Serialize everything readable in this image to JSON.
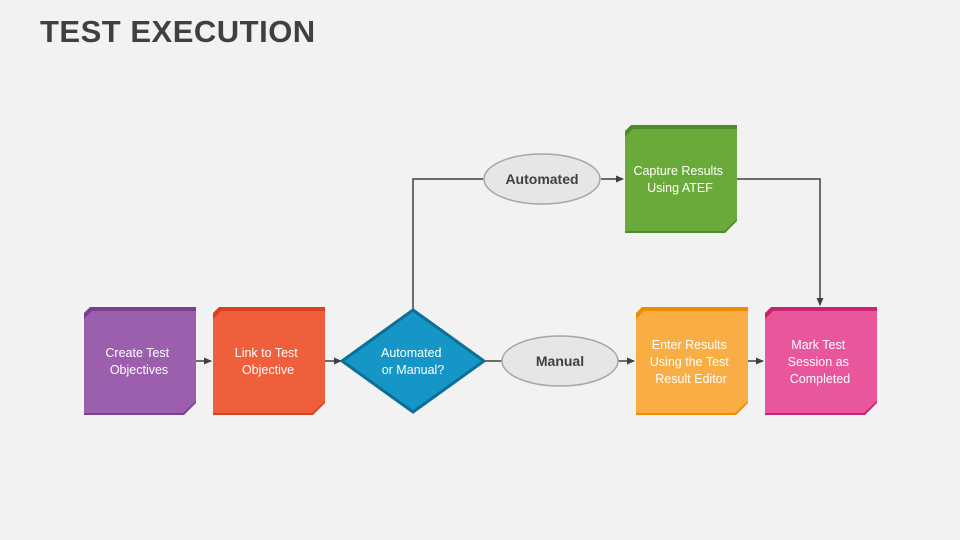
{
  "title": "TEST EXECUTION",
  "steps": {
    "create": {
      "label_line1": "Create Test",
      "label_line2": "Objectives",
      "color": "#9b5fad",
      "edge": "#7a3f8e"
    },
    "link": {
      "label_line1": "Link to Test",
      "label_line2": "Objective",
      "color": "#f05f3c",
      "edge": "#d8421f"
    },
    "decision": {
      "label_line1": "Automated",
      "label_line2": "or Manual?",
      "color": "#1696c6",
      "edge": "#0d6f98"
    },
    "capture": {
      "label_line1": "Capture Results",
      "label_line2": "Using ATEF",
      "color": "#6aaa3a",
      "edge": "#4e8a2a"
    },
    "enter": {
      "label_line1": "Enter Results",
      "label_line2": "Using the Test",
      "label_line3": "Result Editor",
      "color": "#f8ae45",
      "edge": "#f08c00"
    },
    "mark": {
      "label_line1": "Mark Test",
      "label_line2": "Session as",
      "label_line3": "Completed",
      "color": "#e8579b",
      "edge": "#c8246f"
    }
  },
  "paths": {
    "automated": {
      "label": "Automated"
    },
    "manual": {
      "label": "Manual"
    }
  },
  "colors": {
    "connector": "#404040",
    "oval_fill": "#e6e6e6",
    "oval_border": "#a6a6a6"
  }
}
